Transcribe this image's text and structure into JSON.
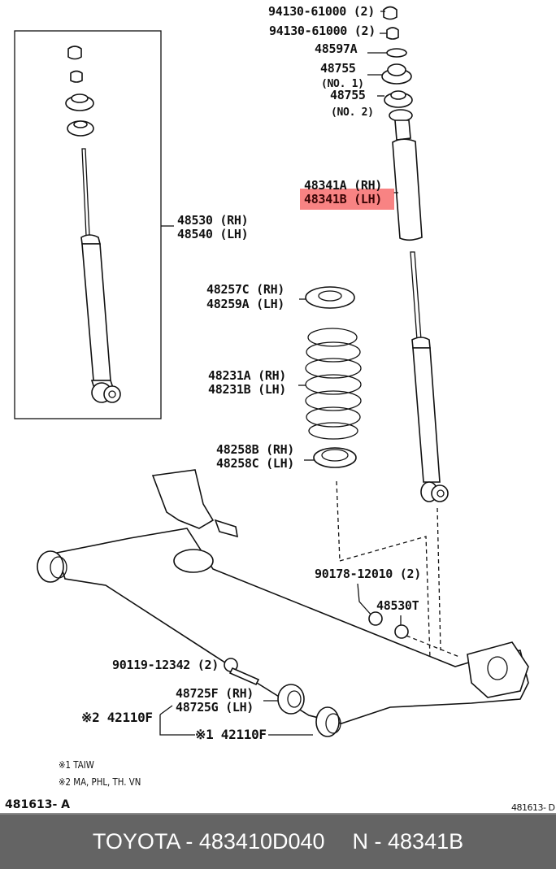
{
  "diagram": {
    "title": "Rear suspension - shock absorber / coil spring / axle beam",
    "highlighted_part": "48341B (LH)",
    "highlight_color": "#f55a5a",
    "labels": {
      "nut_1": "94130-61000 (2)",
      "nut_2": "94130-61000 (2)",
      "cushion_retainer": "48597A",
      "support_no1_num": "48755",
      "support_no1_sub": "(NO. 1)",
      "support_no2_num": "48755",
      "support_no2_sub": "(NO. 2)",
      "bumper_rh": "48341A (RH)",
      "bumper_lh": "48341B (LH)",
      "absorber_rh": "48530 (RH)",
      "absorber_lh": "48540 (LH)",
      "upper_insulator_rh": "48257C (RH)",
      "upper_insulator_lh": "48259A (LH)",
      "coil_spring_rh": "48231A (RH)",
      "coil_spring_lh": "48231B (LH)",
      "lower_insulator_rh": "48258B (RH)",
      "lower_insulator_lh": "48258C (LH)",
      "bolt_1": "90178-12010 (2)",
      "cushion": "48530T",
      "bolt_2": "90119-12342 (2)",
      "bushing_rh": "48725F (RH)",
      "bushing_lh": "48725G (LH)",
      "beam_note2": "※2 42110F",
      "beam_note1": "※1 42110F"
    },
    "notes": [
      "※1  TAIW",
      "※2  MA, PHL, TH. VN"
    ],
    "ref_left": "481613- A",
    "ref_right": "481613- D"
  },
  "footer": {
    "brand_part": "TOYOTA - 483410D040",
    "ref_part": "N - 48341B",
    "background": "#646464"
  }
}
